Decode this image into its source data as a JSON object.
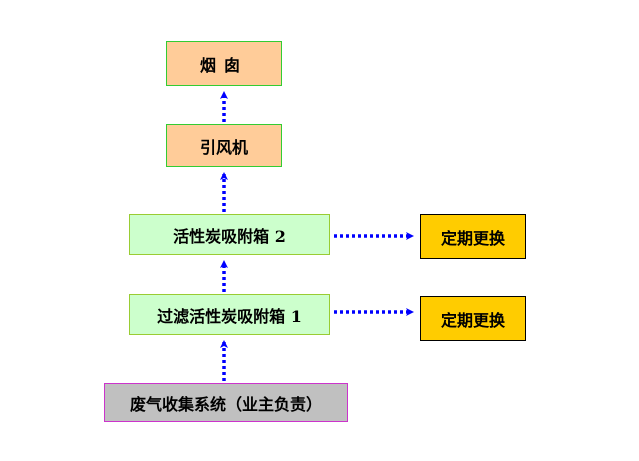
{
  "nodes": {
    "chimney": "烟囱",
    "fan": "引风机",
    "activated_carbon_box_2": "活性炭吸附箱 2",
    "filter_activated_carbon_box_1": "过滤活性炭吸附箱 1",
    "waste_gas_collection": "废气收集系统（业主负责）",
    "replace_regularly_1": "定期更换",
    "replace_regularly_2": "定期更换"
  },
  "colors": {
    "arrow": "#0000ff",
    "node_orange": "#ffcc99",
    "node_green": "#ccffcc",
    "node_gray": "#c0c0c0",
    "node_yellow": "#ffcc00"
  }
}
